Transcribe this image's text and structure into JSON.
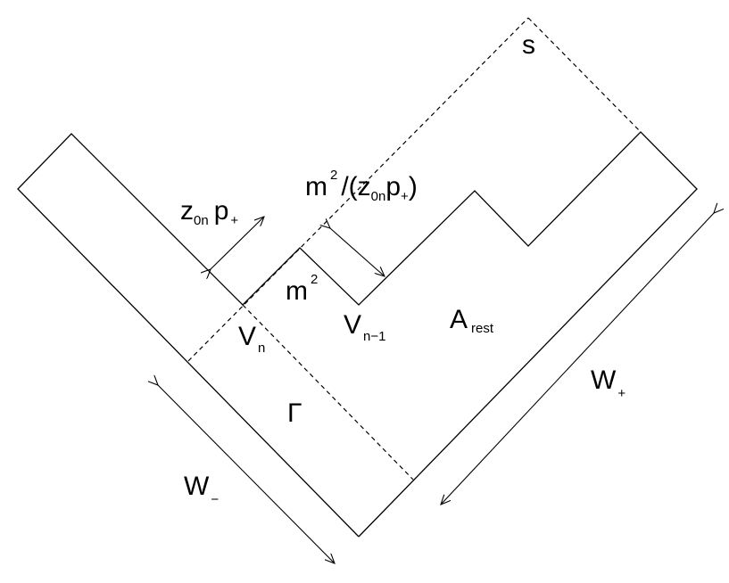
{
  "labels": {
    "s": "s",
    "z0n_p_plus": {
      "main1": "z",
      "sub1": "0n",
      "main2": "p",
      "sub2": "+"
    },
    "m2_over": {
      "m": "m",
      "exp": "2",
      "rest1": "/(z",
      "sub1": "0n",
      "main2": "p",
      "sub2": "+",
      "rest2": ")"
    },
    "m2": {
      "m": "m",
      "exp": "2"
    },
    "V_n": {
      "main": "V",
      "sub": "n"
    },
    "V_n_minus_1": {
      "main": "V",
      "sub": "n−1"
    },
    "A_rest": {
      "main": "A",
      "sub": "rest"
    },
    "Gamma": "Γ",
    "W_plus": {
      "main": "W",
      "sub": "+"
    },
    "W_minus": {
      "main": "W",
      "sub": "−"
    }
  }
}
